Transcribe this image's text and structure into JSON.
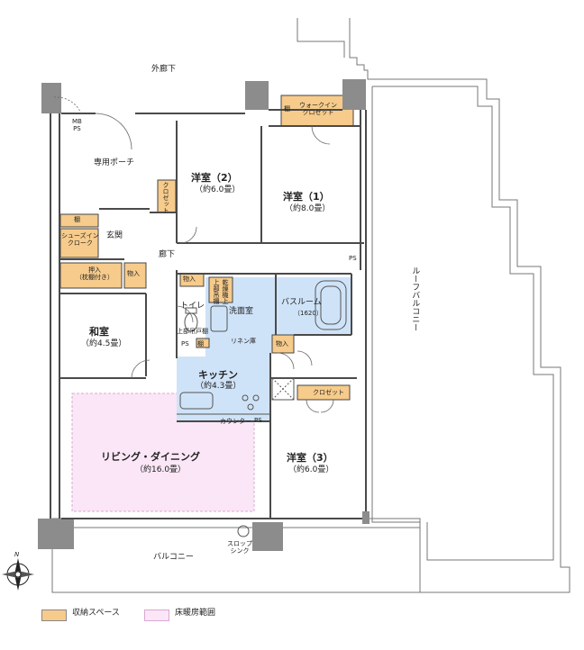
{
  "colors": {
    "storage": "#f6cb8b",
    "floor_heating": "#fae6f6",
    "wet_area": "#cfe3f8",
    "wall": "#8c8c8c",
    "line": "#4a4a4a"
  },
  "rooms": {
    "outer_corridor": "外廊下",
    "private_porch": "専用ポーチ",
    "mb_ps": "MB\nPS",
    "western2": {
      "name": "洋室（2）",
      "size": "（約6.0畳）"
    },
    "western1": {
      "name": "洋室（1）",
      "size": "（約8.0畳）"
    },
    "walk_in": "ウォークイン\nクロゼット",
    "tana1": "棚",
    "closet_v": "クロゼット",
    "tana2": "棚",
    "shoes_in": "シューズイン\nクローク",
    "entrance": "玄関",
    "hallway": "廊下",
    "oshiire": "押入\n（枕棚付き）",
    "monoire1": "物入",
    "monoire2": "物入",
    "kawaki": "乾燥機上",
    "jobu": "上部吊棚",
    "toilet": "トイレ",
    "washroom": "洗面室",
    "bathroom": {
      "name": "バスルーム",
      "size": "（1620）"
    },
    "ps1": "PS",
    "ps2": "PS",
    "ps3": "PS",
    "jobu_tsuri": "上部吊戸棚",
    "tana3": "棚",
    "linen": "リネン庫",
    "monoire3": "物入",
    "washitsu": {
      "name": "和室",
      "size": "（約4.5畳）"
    },
    "kitchen": {
      "name": "キッチン",
      "size": "（約4.3畳）"
    },
    "counter": "カウンター",
    "closet3": "クロゼット",
    "living": {
      "name": "リビング・ダイニング",
      "size": "（約16.0畳）"
    },
    "western3": {
      "name": "洋室（3）",
      "size": "（約6.0畳）"
    },
    "roof_balcony": "ルーフバルコニー",
    "balcony": "バルコニー",
    "slop_sink": "スロップ\nシンク"
  },
  "compass": "N",
  "legend": {
    "storage": "収納スペース",
    "floor_heating": "床暖房範囲"
  }
}
